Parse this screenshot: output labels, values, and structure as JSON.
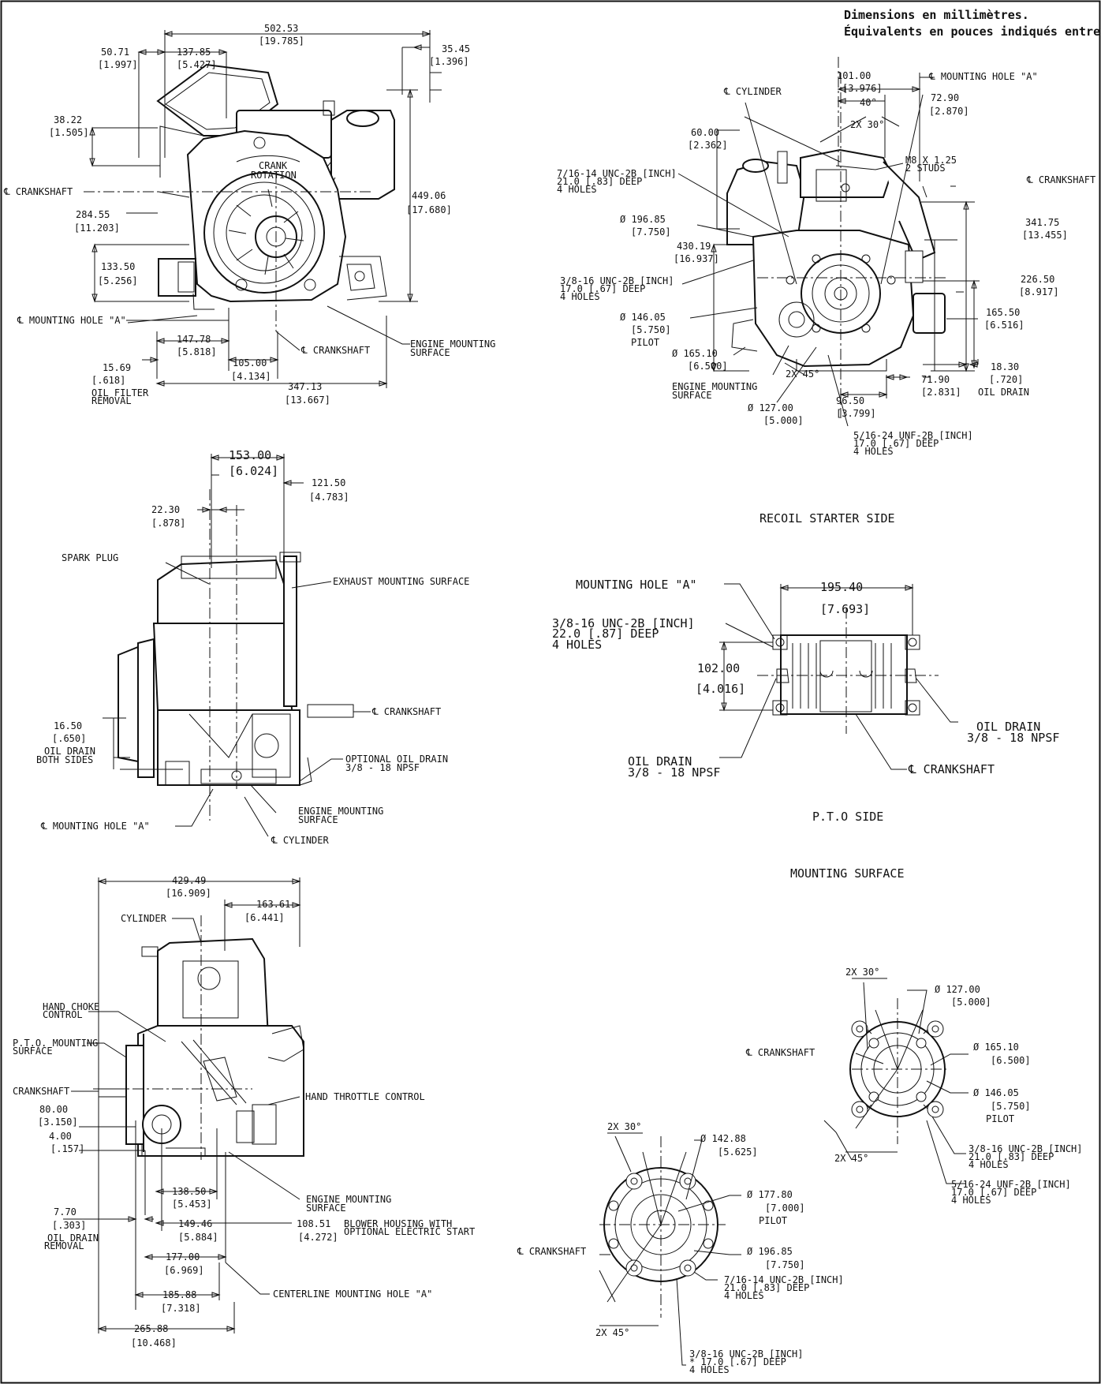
{
  "header": {
    "line1": "Dimensions en millimètres.",
    "line2": "Équivalents en pouces indiqués entre ()."
  },
  "flywheel_view": {
    "d_502_53": "502.53",
    "d_502_53_in": "[19.785]",
    "d_50_71": "50.71",
    "d_50_71_in": "[1.997]",
    "d_137_85": "137.85",
    "d_137_85_in": "[5.427]",
    "d_35_45": "35.45",
    "d_35_45_in": "[1.396]",
    "d_38_22": "38.22",
    "d_38_22_in": "[1.505]",
    "crankshaft": "℄ CRANKSHAFT",
    "crank_rotation_1": "CRANK",
    "crank_rotation_2": "ROTATION",
    "d_284_55": "284.55",
    "d_284_55_in": "[11.203]",
    "d_449_06": "449.06",
    "d_449_06_in": "[17.680]",
    "d_133_50": "133.50",
    "d_133_50_in": "[5.256]",
    "mounting_hole_a": "℄ MOUNTING HOLE \"A\"",
    "d_147_78": "147.78",
    "d_147_78_in": "[5.818]",
    "crankshaft_2": "℄ CRANKSHAFT",
    "engine_mounting_1": "ENGINE MOUNTING",
    "engine_mounting_2": "SURFACE",
    "d_15_69": "15.69",
    "d_15_69_in": "[.618]",
    "oil_filter_1": "OIL FILTER",
    "oil_filter_2": "REMOVAL",
    "d_105_00": "105.00",
    "d_105_00_in": "[4.134]",
    "d_347_13": "347.13",
    "d_347_13_in": "[13.667]"
  },
  "recoil_view": {
    "cylinder": "℄ CYLINDER",
    "mounting_hole_a": "℄ MOUNTING HOLE \"A\"",
    "d_101_00": "101.00",
    "d_101_00_in": "[3.976]",
    "ang_40": "40°",
    "d_72_90": "72.90",
    "d_72_90_in": "[2.870]",
    "ang_2x30": "2X 30°",
    "d_60_00": "60.00",
    "d_60_00_in": "[2.362]",
    "studs_1": "M8 X 1.25",
    "studs_2": "2 STUDS",
    "crankshaft": "℄ CRANKSHAFT",
    "tap_7_16_1": "7/16-14 UNC-2B [INCH]",
    "tap_7_16_2": "21.0 [.83] DEEP",
    "tap_7_16_3": "4 HOLES",
    "d_196_85": "Ø 196.85",
    "d_196_85_in": "[7.750]",
    "d_341_75": "341.75",
    "d_341_75_in": "[13.455]",
    "d_430_19": "430.19",
    "d_430_19_in": "[16.937]",
    "tap_3_8_1": "3/8-16 UNC-2B [INCH]",
    "tap_3_8_2": "17.0 [.67] DEEP",
    "tap_3_8_3": "4 HOLES",
    "d_226_50": "226.50",
    "d_226_50_in": "[8.917]",
    "d_146_05": "Ø 146.05",
    "d_146_05_in": "[5.750]",
    "pilot": "PILOT",
    "d_165_50": "165.50",
    "d_165_50_in": "[6.516]",
    "d_165_10": "Ø 165.10",
    "d_165_10_in": "[6.500]",
    "d_18_30": "18.30",
    "d_18_30_in": "[.720]",
    "oil_drain": "OIL DRAIN",
    "ang_2x45": "2X 45°",
    "d_71_90": "71.90",
    "d_71_90_in": "[2.831]",
    "engine_mounting_1": "ENGINE MOUNTING",
    "engine_mounting_2": "SURFACE",
    "d_96_50": "96.50",
    "d_96_50_in": "[3.799]",
    "d_127_00": "Ø 127.00",
    "d_127_00_in": "[5.000]",
    "tap_5_16_1": "5/16-24 UNF-2B [INCH]",
    "tap_5_16_2": "17.0 [.67] DEEP",
    "tap_5_16_3": "4 HOLES",
    "title": "RECOIL STARTER SIDE"
  },
  "side_view": {
    "d_153_00": "153.00",
    "d_153_00_in": "[6.024]",
    "d_121_50": "121.50",
    "d_121_50_in": "[4.783]",
    "d_22_30": "22.30",
    "d_22_30_in": "[.878]",
    "spark_plug": "SPARK PLUG",
    "exhaust": "EXHAUST MOUNTING SURFACE",
    "crankshaft": "℄ CRANKSHAFT",
    "d_16_50": "16.50",
    "d_16_50_in": "[.650]",
    "oil_drain_both_1": "OIL DRAIN",
    "oil_drain_both_2": "BOTH SIDES",
    "opt_oil_drain_1": "OPTIONAL OIL DRAIN",
    "opt_oil_drain_2": "3/8 - 18 NPSF",
    "engine_mounting_1": "ENGINE MOUNTING",
    "engine_mounting_2": "SURFACE",
    "mounting_hole_a": "℄ MOUNTING HOLE \"A\"",
    "cylinder": "℄ CYLINDER"
  },
  "base_view": {
    "mounting_hole_a": "MOUNTING HOLE \"A\"",
    "d_195_40": "195.40",
    "d_195_40_in": "[7.693]",
    "tap_1": "3/8-16 UNC-2B [INCH]",
    "tap_2": "22.0 [.87] DEEP",
    "tap_3": "4 HOLES",
    "d_102_00": "102.00",
    "d_102_00_in": "[4.016]",
    "oil_drain_r1": "OIL DRAIN",
    "oil_drain_r2": "3/8 - 18 NPSF",
    "oil_drain_l1": "OIL DRAIN",
    "oil_drain_l2": "3/8 - 18 NPSF",
    "crankshaft": "℄ CRANKSHAFT",
    "pto_title": "P.T.O SIDE",
    "mount_title": "MOUNTING SURFACE"
  },
  "pto_view": {
    "d_429_49": "429.49",
    "d_429_49_in": "[16.909]",
    "d_163_61": "163.61",
    "d_163_61_in": "[6.441]",
    "cylinder": "CYLINDER",
    "hand_choke_1": "HAND CHOKE",
    "hand_choke_2": "CONTROL",
    "pto_mount_1": "P.T.O. MOUNTING",
    "pto_mount_2": "SURFACE",
    "crankshaft": "CRANKSHAFT",
    "hand_throttle": "HAND THROTTLE CONTROL",
    "d_80_00": "80.00",
    "d_80_00_in": "[3.150]",
    "d_4_00": "4.00",
    "d_4_00_in": "[.157]",
    "d_138_50": "138.50",
    "d_138_50_in": "[5.453]",
    "engine_mounting_1": "ENGINE MOUNTING",
    "engine_mounting_2": "SURFACE",
    "d_7_70": "7.70",
    "d_7_70_in": "[.303]",
    "oil_drain_1": "OIL DRAIN",
    "oil_drain_2": "REMOVAL",
    "d_149_46": "149.46",
    "d_149_46_in": "[5.884]",
    "d_108_51": "108.51",
    "d_108_51_in": "[4.272]",
    "blower_1": "BLOWER HOUSING WITH",
    "blower_2": "OPTIONAL ELECTRIC START",
    "d_177_00": "177.00",
    "d_177_00_in": "[6.969]",
    "d_185_88": "185.88",
    "d_185_88_in": "[7.318]",
    "centerline": "CENTERLINE MOUNTING HOLE \"A\"",
    "d_265_88": "265.88",
    "d_265_88_in": "[10.468]"
  },
  "small_pattern": {
    "ang_2x30": "2X 30°",
    "d_127_00": "Ø 127.00",
    "d_127_00_in": "[5.000]",
    "crankshaft": "℄ CRANKSHAFT",
    "d_165_10": "Ø 165.10",
    "d_165_10_in": "[6.500]",
    "d_146_05": "Ø 146.05",
    "d_146_05_in": "[5.750]",
    "pilot": "PILOT",
    "ang_2x45": "2X 45°",
    "tap_3_8_1": "3/8-16 UNC-2B [INCH]",
    "tap_3_8_2": "21.0 [.83] DEEP",
    "tap_3_8_3": "4 HOLES",
    "tap_5_16_1": "5/16-24 UNF-2B [INCH]",
    "tap_5_16_2": "17.0 [.67] DEEP",
    "tap_5_16_3": "4 HOLES"
  },
  "large_pattern": {
    "ang_2x30": "2X 30°",
    "d_142_88": "Ø 142.88",
    "d_142_88_in": "[5.625]",
    "d_177_80": "Ø 177.80",
    "d_177_80_in": "[7.000]",
    "pilot": "PILOT",
    "crankshaft": "℄ CRANKSHAFT",
    "d_196_85": "Ø 196.85",
    "d_196_85_in": "[7.750]",
    "ang_2x45": "2X 45°",
    "tap_7_16_1": "7/16-14 UNC-2B [INCH]",
    "tap_7_16_2": "21.0 [.83] DEEP",
    "tap_7_16_3": "4 HOLES",
    "tap_3_8_1": "3/8-16 UNC-2B [INCH]",
    "tap_3_8_2": "* 17.0 [.67] DEEP",
    "tap_3_8_3": "4 HOLES"
  }
}
